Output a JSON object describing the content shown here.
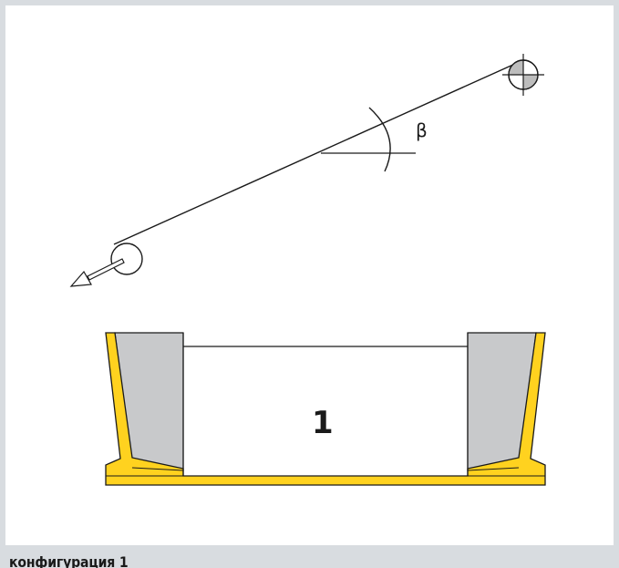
{
  "diagram": {
    "angle_label": "β",
    "trough_number": "1"
  },
  "caption": {
    "text": "конфигурация 1"
  },
  "colors": {
    "frame": "#d8dce0",
    "trough_yellow": "#ffd21f",
    "liner_gray": "#c8c9cb",
    "line": "#1a1a1a",
    "pulley_fill": "#bdbdbd"
  }
}
